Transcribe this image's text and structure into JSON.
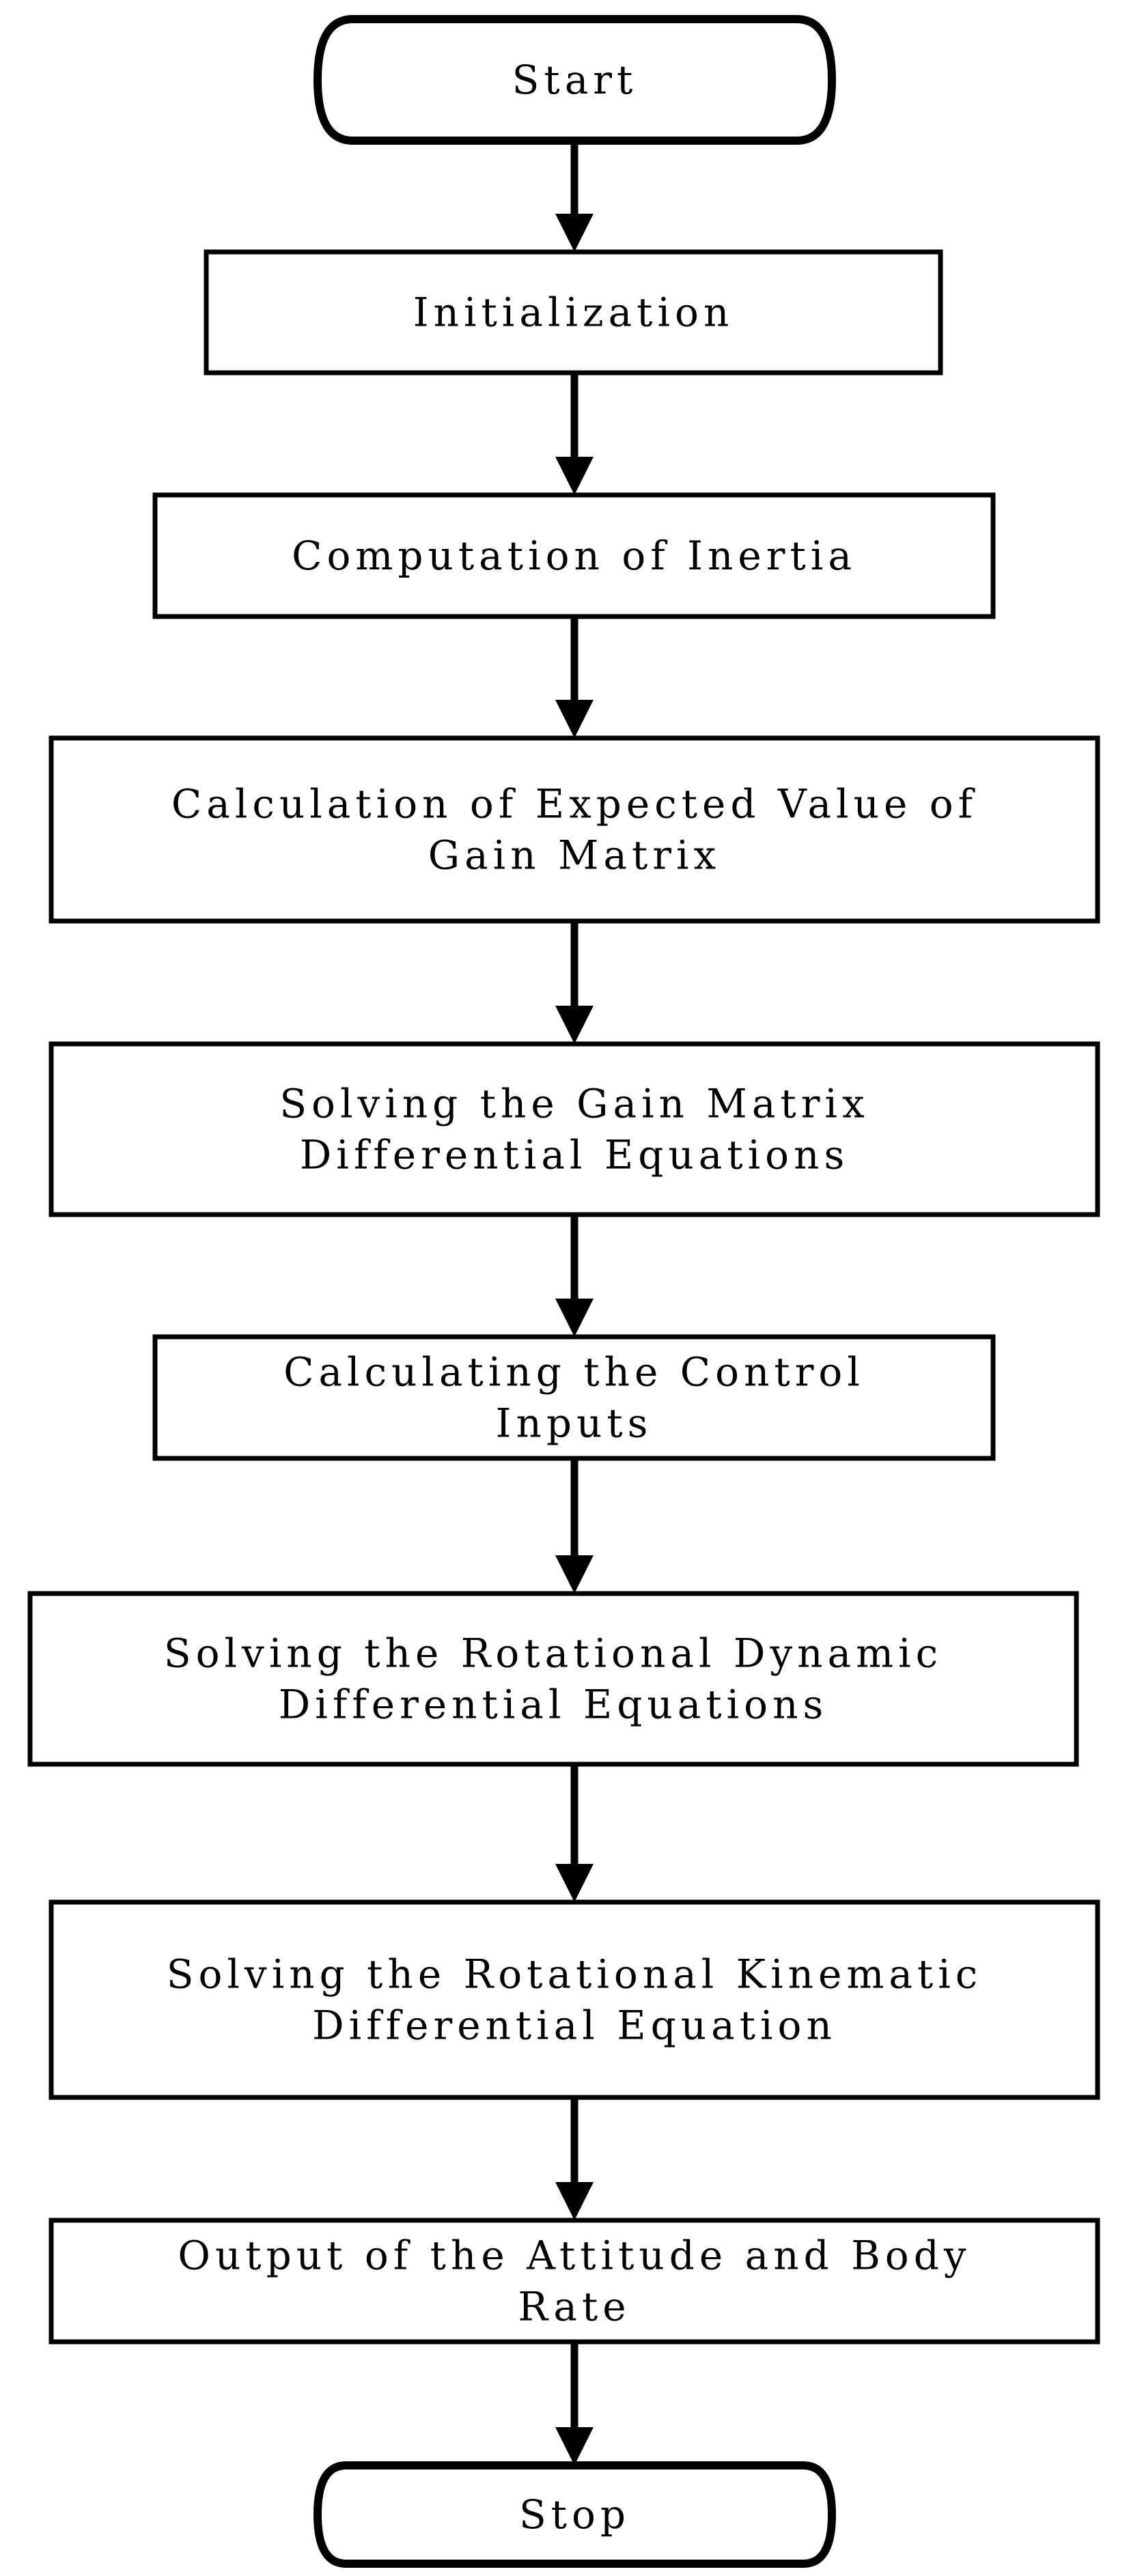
{
  "diagram": {
    "type": "flowchart",
    "direction": "top-to-bottom",
    "nodes": [
      {
        "id": "start",
        "shape": "terminal",
        "lines": [
          "Start"
        ]
      },
      {
        "id": "init",
        "shape": "process",
        "lines": [
          "Initialization"
        ]
      },
      {
        "id": "inertia",
        "shape": "process",
        "lines": [
          "Computation of Inertia"
        ]
      },
      {
        "id": "expected",
        "shape": "process",
        "lines": [
          "Calculation of Expected Value of",
          "Gain Matrix"
        ]
      },
      {
        "id": "gain-de",
        "shape": "process",
        "lines": [
          "Solving the Gain Matrix",
          "Differential Equations"
        ]
      },
      {
        "id": "control",
        "shape": "process",
        "lines": [
          "Calculating the Control",
          "Inputs"
        ]
      },
      {
        "id": "dynamic",
        "shape": "process",
        "lines": [
          "Solving the Rotational Dynamic",
          "Differential Equations"
        ]
      },
      {
        "id": "kinematic",
        "shape": "process",
        "lines": [
          "Solving the Rotational Kinematic",
          "Differential Equation"
        ]
      },
      {
        "id": "output",
        "shape": "process",
        "lines": [
          "Output of the Attitude and Body",
          "Rate"
        ]
      },
      {
        "id": "stop",
        "shape": "terminal",
        "lines": [
          "Stop"
        ]
      }
    ],
    "edges": [
      [
        "start",
        "init"
      ],
      [
        "init",
        "inertia"
      ],
      [
        "inertia",
        "expected"
      ],
      [
        "expected",
        "gain-de"
      ],
      [
        "gain-de",
        "control"
      ],
      [
        "control",
        "dynamic"
      ],
      [
        "dynamic",
        "kinematic"
      ],
      [
        "kinematic",
        "output"
      ],
      [
        "output",
        "stop"
      ]
    ]
  }
}
